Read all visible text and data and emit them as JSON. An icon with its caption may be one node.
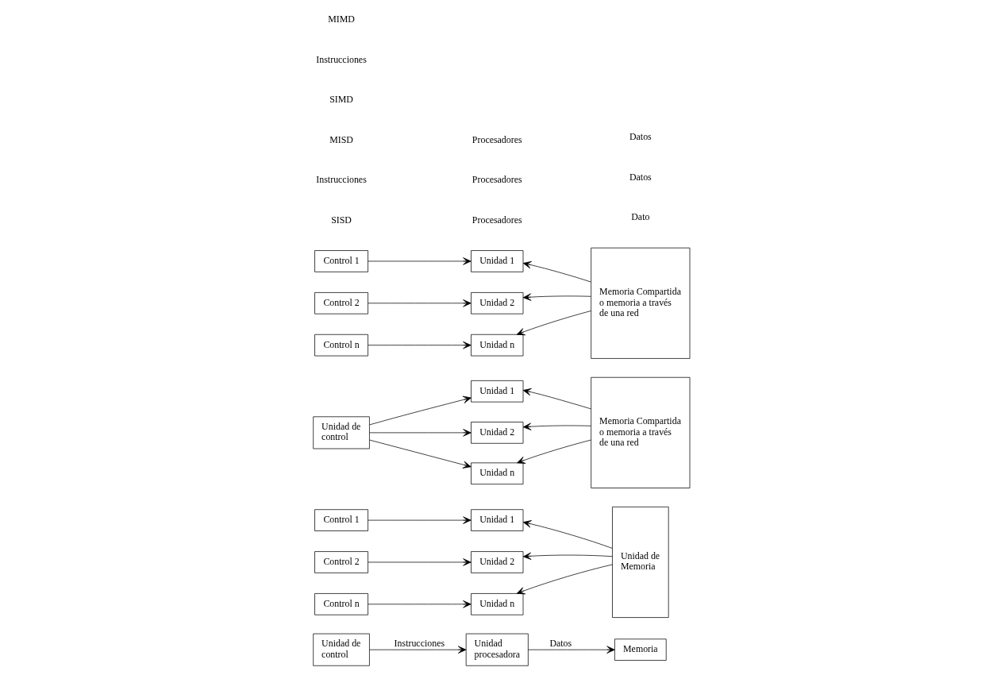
{
  "diagram": {
    "nodes": [
      {
        "text": [
          "Unidad de control"
        ]
      },
      {
        "text": [
          "Unidad procesadora"
        ]
      },
      {
        "text": [
          "Memoria"
        ]
      },
      {
        "text": [
          "Control 1"
        ]
      },
      {
        "text": [
          "Unidad 1"
        ]
      },
      {
        "text": [
          "Control 2"
        ]
      },
      {
        "text": [
          "Unidad 2"
        ]
      },
      {
        "text": [
          "Unidad de Memoria"
        ]
      },
      {
        "text": [
          "Control n"
        ]
      },
      {
        "text": [
          "Unidad n"
        ]
      },
      {
        "text": [
          "Unidad 1"
        ]
      },
      {
        "text": [
          "Unidad de control"
        ]
      },
      {
        "text": [
          "Unidad 2"
        ]
      },
      {
        "text": [
          "Memoria Compartida o memoria a través de una red"
        ]
      },
      {
        "text": [
          "Unidad n"
        ]
      },
      {
        "text": [
          "Control 1"
        ]
      },
      {
        "text": [
          "Unidad 1"
        ]
      },
      {
        "text": [
          "Memoria Compartida o memoria a través de una red"
        ]
      },
      {
        "text": [
          "Control 2"
        ]
      },
      {
        "text": [
          "Unidad 2"
        ]
      },
      {
        "text": [
          "Control n"
        ]
      },
      {
        "text": [
          "Unidad n"
        ]
      }
    ],
    "edges": [
      {
        "from": 0,
        "to": 1,
        "arrow": "to",
        "label": "Instrucciones"
      },
      {
        "from": 1,
        "to": 2,
        "arrow": "to",
        "label": "Datos"
      },
      {
        "from": 3,
        "to": 4,
        "arrow": "to"
      },
      {
        "from": 5,
        "to": 6,
        "arrow": "to"
      },
      {
        "from": 8,
        "to": 9,
        "arrow": "to"
      },
      {
        "from": 7,
        "to": 4,
        "arrow": "to"
      },
      {
        "from": 7,
        "to": 6,
        "arrow": "to"
      },
      {
        "from": 7,
        "to": 9,
        "arrow": "to"
      },
      {
        "from": 11,
        "to": 10,
        "arrow": "to"
      },
      {
        "from": 11,
        "to": 12,
        "arrow": "to"
      },
      {
        "from": 11,
        "to": 14,
        "arrow": "to"
      },
      {
        "from": 13,
        "to": 10,
        "arrow": "to"
      },
      {
        "from": 13,
        "to": 12,
        "arrow": "to"
      },
      {
        "from": 13,
        "to": 14,
        "arrow": "to"
      },
      {
        "from": 15,
        "to": 16,
        "arrow": "to"
      },
      {
        "from": 18,
        "to": 19,
        "arrow": "to"
      },
      {
        "from": 20,
        "to": 21,
        "arrow": "to"
      },
      {
        "from": 17,
        "to": 16,
        "arrow": "to"
      },
      {
        "from": 17,
        "to": 19,
        "arrow": "to"
      },
      {
        "from": 17,
        "to": 21,
        "arrow": "to"
      }
    ],
    "labels": [
      "Procesadores",
      "SISD",
      "Instrucciones",
      "Dato",
      "MISD",
      "Procesadores",
      "Procesadores",
      "SIMD",
      "Datos",
      "Instrucciones",
      "Datos",
      "MIMD"
    ]
  }
}
